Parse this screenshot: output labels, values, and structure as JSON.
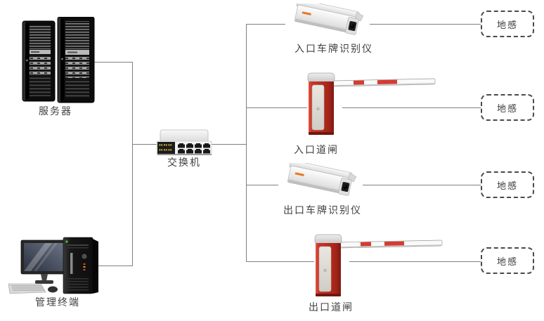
{
  "diagram": {
    "title": "parking-lot license plate recognition network topology",
    "colors": {
      "background": "#ffffff",
      "connector_line": "#7f7f7f",
      "label_text": "#404040",
      "sensor_border": "#4a4a4a",
      "gate_red": "#bb2e24",
      "boom_stripe_red": "#d63b2f",
      "switch_led_yellow": "#f4cf3d",
      "camera_logo_orange": "#e87722"
    },
    "nodes": {
      "server": {
        "label": "服务器"
      },
      "switch": {
        "label": "交换机"
      },
      "terminal": {
        "label": "管理终端"
      },
      "entrance_camera": {
        "label": "入口车牌识别仪"
      },
      "entrance_gate": {
        "label": "入口道闸"
      },
      "exit_camera": {
        "label": "出口车牌识别仪"
      },
      "exit_gate": {
        "label": "出口道闸"
      },
      "ground_sensors": [
        {
          "label": "地感"
        },
        {
          "label": "地感"
        },
        {
          "label": "地感"
        },
        {
          "label": "地感"
        }
      ]
    }
  }
}
